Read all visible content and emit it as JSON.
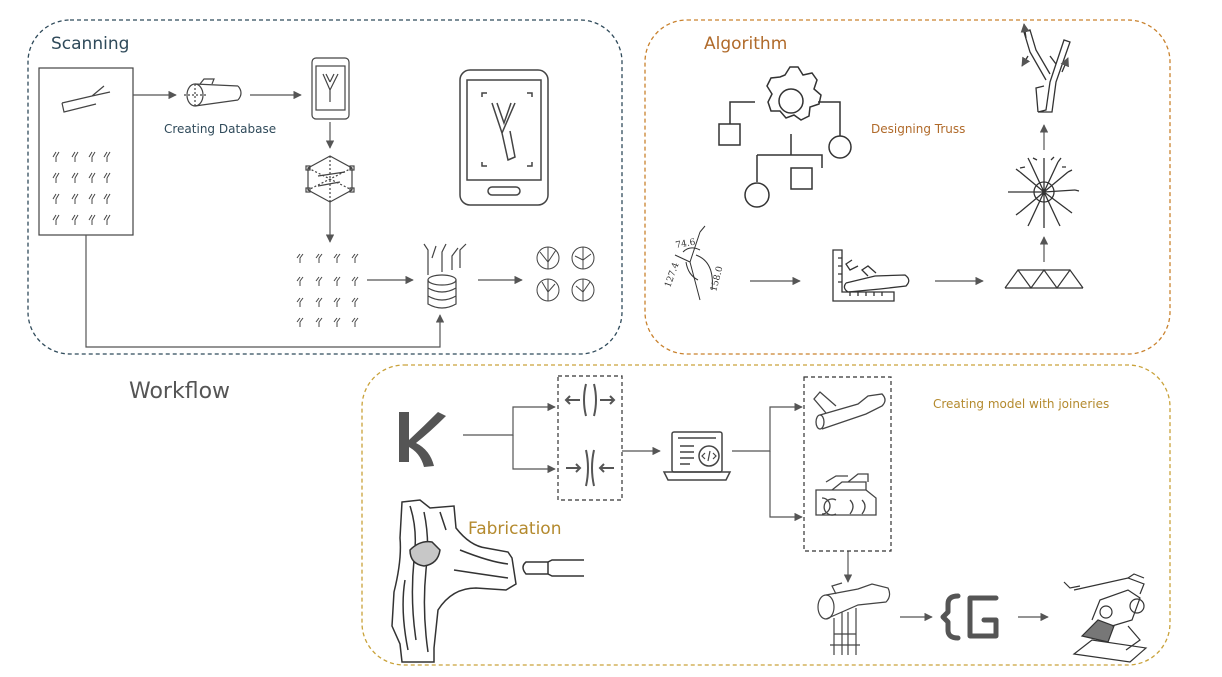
{
  "title": "Workflow",
  "sections": {
    "scanning": {
      "label": "Scanning",
      "color": "#2f4a5a"
    },
    "algorithm": {
      "label": "Algorithm",
      "color": "#b06a2a"
    },
    "fabrication": {
      "label": "Fabrication",
      "color": "#b48a2e"
    }
  },
  "labels": {
    "creating_database": "Creating Database",
    "designing_truss": "Designing Truss",
    "creating_model": "Creating model with joineries"
  },
  "angles": [
    "74.6",
    "127.4",
    "158.0"
  ],
  "colors": {
    "line": "#555555",
    "icon": "#444444",
    "scan_border": "#2f4a5a",
    "algo_border": "#c9822e",
    "fab_border": "#c9a23a"
  }
}
